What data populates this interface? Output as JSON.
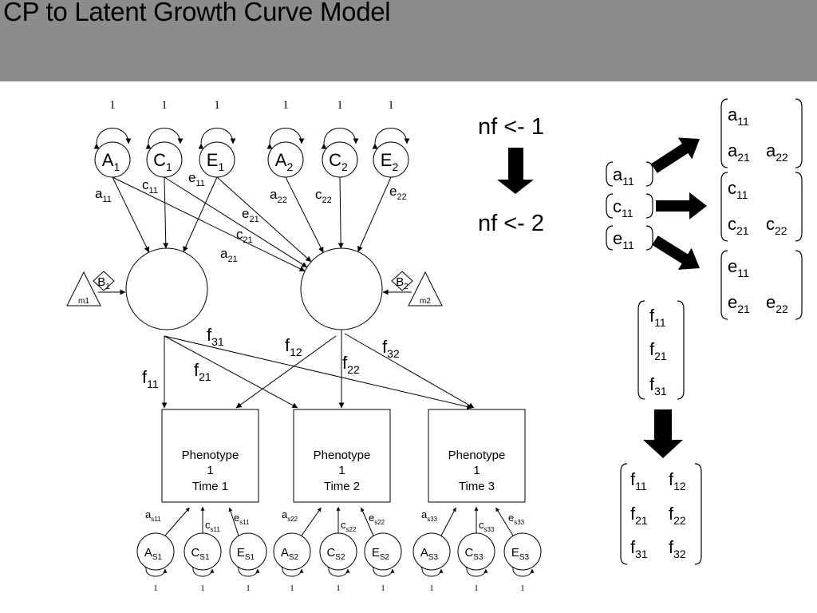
{
  "title": "CP to Latent Growth Curve Model",
  "colors": {
    "title_bar": "#8c8c8c",
    "ink": "#000000",
    "background": "#ffffff"
  },
  "path_diagram": {
    "top_variances": [
      "1",
      "1",
      "1",
      "1",
      "1",
      "1"
    ],
    "common_factors": [
      {
        "base": "A",
        "sub": "1"
      },
      {
        "base": "C",
        "sub": "1"
      },
      {
        "base": "E",
        "sub": "1"
      },
      {
        "base": "A",
        "sub": "2"
      },
      {
        "base": "C",
        "sub": "2"
      },
      {
        "base": "E",
        "sub": "2"
      }
    ],
    "factor_paths": {
      "a11": {
        "base": "a",
        "sub": "11"
      },
      "c11": {
        "base": "c",
        "sub": "11"
      },
      "e11": {
        "base": "e",
        "sub": "11"
      },
      "e21": {
        "base": "e",
        "sub": "21"
      },
      "c21": {
        "base": "c",
        "sub": "21"
      },
      "a21": {
        "base": "a",
        "sub": "21"
      },
      "a22": {
        "base": "a",
        "sub": "22"
      },
      "c22": {
        "base": "c",
        "sub": "22"
      },
      "e22": {
        "base": "e",
        "sub": "22"
      }
    },
    "means": [
      {
        "mean": "m1",
        "label": {
          "base": "B",
          "sub": "1"
        }
      },
      {
        "mean": "m2",
        "label": {
          "base": "B",
          "sub": "2"
        }
      }
    ],
    "loadings": {
      "f11": {
        "base": "f",
        "sub": "11"
      },
      "f21": {
        "base": "f",
        "sub": "21"
      },
      "f31": {
        "base": "f",
        "sub": "31"
      },
      "f12": {
        "base": "f",
        "sub": "12"
      },
      "f22": {
        "base": "f",
        "sub": "22"
      },
      "f32": {
        "base": "f",
        "sub": "32"
      }
    },
    "phenotypes": [
      {
        "line1": "Phenotype",
        "line2": "1",
        "line3": "Time 1"
      },
      {
        "line1": "Phenotype",
        "line2": "1",
        "line3": "Time 2"
      },
      {
        "line1": "Phenotype",
        "line2": "1",
        "line3": "Time 3"
      }
    ],
    "specific_paths": [
      {
        "a": {
          "base": "a",
          "sub": "s11"
        },
        "c": {
          "base": "c",
          "sub": "s11"
        },
        "e": {
          "base": "e",
          "sub": "s11"
        }
      },
      {
        "a": {
          "base": "a",
          "sub": "s22"
        },
        "c": {
          "base": "c",
          "sub": "s22"
        },
        "e": {
          "base": "e",
          "sub": "s22"
        }
      },
      {
        "a": {
          "base": "a",
          "sub": "s33"
        },
        "c": {
          "base": "c",
          "sub": "s33"
        },
        "e": {
          "base": "e",
          "sub": "s33"
        }
      }
    ],
    "specific_factors": [
      {
        "base": "A",
        "sub": "S1"
      },
      {
        "base": "C",
        "sub": "S1"
      },
      {
        "base": "E",
        "sub": "S1"
      },
      {
        "base": "A",
        "sub": "S2"
      },
      {
        "base": "C",
        "sub": "S2"
      },
      {
        "base": "E",
        "sub": "S2"
      },
      {
        "base": "A",
        "sub": "S3"
      },
      {
        "base": "C",
        "sub": "S3"
      },
      {
        "base": "E",
        "sub": "S3"
      }
    ],
    "bottom_variances": [
      "1",
      "1",
      "1",
      "1",
      "1",
      "1",
      "1",
      "1",
      "1"
    ]
  },
  "code": {
    "line1": "nf <- 1",
    "line2": "nf <- 2"
  },
  "matrices": {
    "small": [
      {
        "base": "a",
        "sub": "11"
      },
      {
        "base": "c",
        "sub": "11"
      },
      {
        "base": "e",
        "sub": "11"
      }
    ],
    "a_matrix": {
      "r1c1": {
        "base": "a",
        "sub": "11"
      },
      "r2c1": {
        "base": "a",
        "sub": "21"
      },
      "r2c2": {
        "base": "a",
        "sub": "22"
      }
    },
    "c_matrix": {
      "r1c1": {
        "base": "c",
        "sub": "11"
      },
      "r2c1": {
        "base": "c",
        "sub": "21"
      },
      "r2c2": {
        "base": "c",
        "sub": "22"
      }
    },
    "e_matrix": {
      "r1c1": {
        "base": "e",
        "sub": "11"
      },
      "r2c1": {
        "base": "e",
        "sub": "21"
      },
      "r2c2": {
        "base": "e",
        "sub": "22"
      }
    },
    "f_vector": [
      {
        "base": "f",
        "sub": "11"
      },
      {
        "base": "f",
        "sub": "21"
      },
      {
        "base": "f",
        "sub": "31"
      }
    ],
    "f_matrix": [
      [
        {
          "base": "f",
          "sub": "11"
        },
        {
          "base": "f",
          "sub": "12"
        }
      ],
      [
        {
          "base": "f",
          "sub": "21"
        },
        {
          "base": "f",
          "sub": "22"
        }
      ],
      [
        {
          "base": "f",
          "sub": "31"
        },
        {
          "base": "f",
          "sub": "32"
        }
      ]
    ]
  }
}
